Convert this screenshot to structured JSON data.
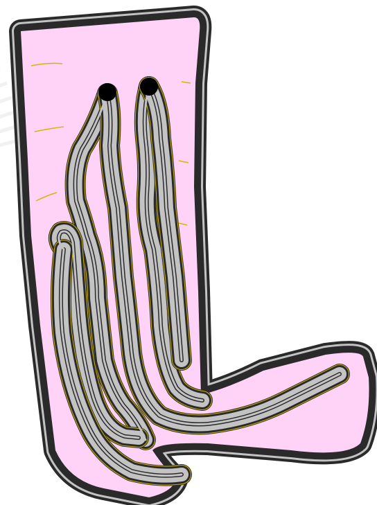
{
  "diagram": {
    "colors": {
      "background": "#ffffff",
      "watermark_arcs": "#f1f1f1",
      "lumen_fill": "#ffd2f8",
      "tube_wall": "#c3c3c3",
      "outline": "#2a2a2a",
      "outline_highlight": "#d1b800",
      "outline_accent": "#c0302e",
      "opening_dot": "#000000"
    },
    "parts": {
      "outer_tube": "outer-tube",
      "inner_loops": [
        "left-loop",
        "middle-loop",
        "right-loop"
      ],
      "openings": [
        "opening-left",
        "opening-right"
      ]
    }
  }
}
